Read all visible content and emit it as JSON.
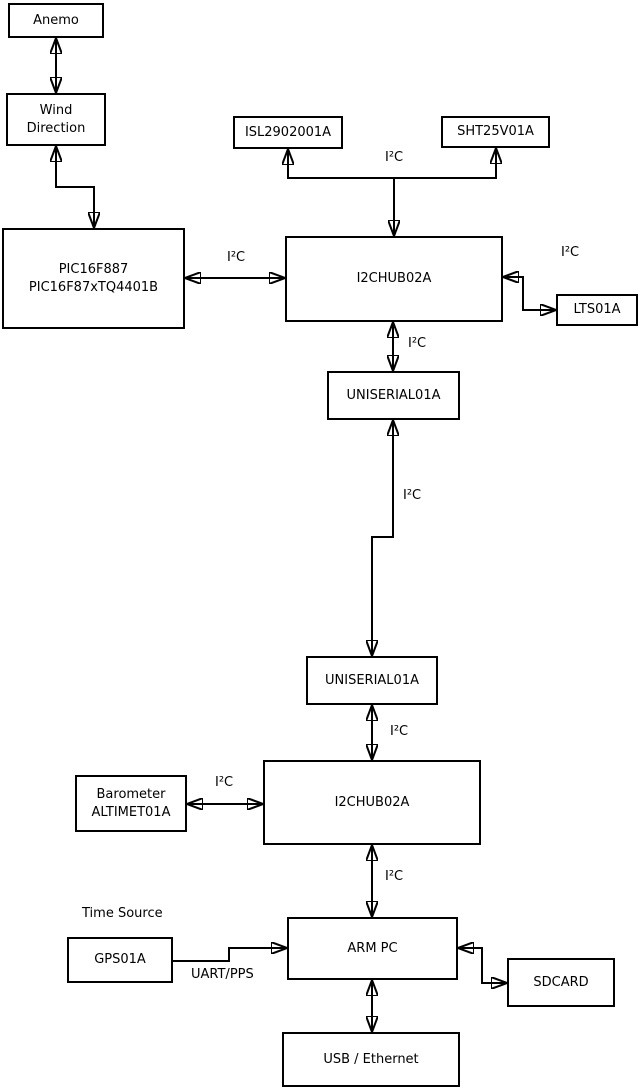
{
  "diagram": {
    "colors": {
      "line": "#000000",
      "background": "#ffffff",
      "box_fill": "#ffffff"
    },
    "nodes": {
      "anemo": {
        "label": "Anemo"
      },
      "wind_direction": {
        "label": "Wind\nDirection"
      },
      "pic": {
        "label": "PIC16F887\nPIC16F87xTQ4401B"
      },
      "isl": {
        "label": "ISL2902001A"
      },
      "sht": {
        "label": "SHT25V01A"
      },
      "hub1": {
        "label": "I2CHUB02A"
      },
      "lts": {
        "label": "LTS01A"
      },
      "uniserial1": {
        "label": "UNISERIAL01A"
      },
      "uniserial2": {
        "label": "UNISERIAL01A"
      },
      "hub2": {
        "label": "I2CHUB02A"
      },
      "barometer": {
        "label": "Barometer\nALTIMET01A"
      },
      "armpc": {
        "label": "ARM PC"
      },
      "gps": {
        "label": "GPS01A"
      },
      "sdcard": {
        "label": "SDCARD"
      },
      "usb_ethernet": {
        "label": "USB / Ethernet"
      }
    },
    "edge_labels": {
      "sensor_bus": "I²C",
      "pic_bus": "I²C",
      "lts_bus": "I²C",
      "hub1_serial": "I²C",
      "serial_link": "I²C",
      "serial_hub2": "I²C",
      "barometer_bus": "I²C",
      "hub2_arm": "I²C",
      "time_source": "Time Source",
      "uart_pps": "UART/PPS"
    },
    "connections": [
      {
        "from": "anemo",
        "to": "wind_direction",
        "direction": "bidirectional",
        "bus": ""
      },
      {
        "from": "wind_direction",
        "to": "pic",
        "direction": "bidirectional",
        "bus": ""
      },
      {
        "from": "pic",
        "to": "hub1",
        "direction": "bidirectional",
        "bus": "I²C"
      },
      {
        "from": "hub1",
        "to": "isl",
        "direction": "bidirectional",
        "bus": "I²C"
      },
      {
        "from": "hub1",
        "to": "sht",
        "direction": "bidirectional",
        "bus": "I²C"
      },
      {
        "from": "hub1",
        "to": "lts",
        "direction": "bidirectional",
        "bus": "I²C"
      },
      {
        "from": "hub1",
        "to": "uniserial1",
        "direction": "bidirectional",
        "bus": "I²C"
      },
      {
        "from": "uniserial1",
        "to": "uniserial2",
        "direction": "bidirectional",
        "bus": "I²C"
      },
      {
        "from": "uniserial2",
        "to": "hub2",
        "direction": "bidirectional",
        "bus": "I²C"
      },
      {
        "from": "barometer",
        "to": "hub2",
        "direction": "bidirectional",
        "bus": "I²C"
      },
      {
        "from": "hub2",
        "to": "armpc",
        "direction": "bidirectional",
        "bus": "I²C"
      },
      {
        "from": "gps",
        "to": "armpc",
        "direction": "one-way",
        "bus": "UART/PPS"
      },
      {
        "from": "armpc",
        "to": "sdcard",
        "direction": "bidirectional",
        "bus": ""
      },
      {
        "from": "armpc",
        "to": "usb_ethernet",
        "direction": "bidirectional",
        "bus": ""
      }
    ]
  }
}
